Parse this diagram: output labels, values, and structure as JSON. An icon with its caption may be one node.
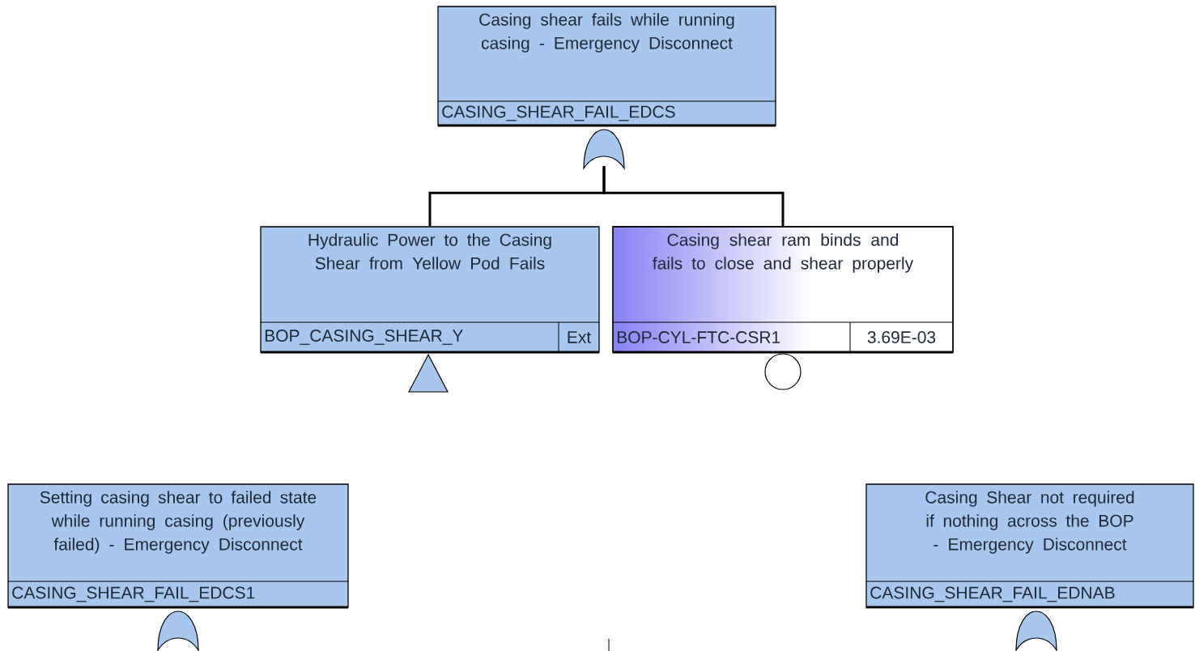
{
  "diagram": {
    "nodes": [
      {
        "text": [
          "Casing shear fails while running casing - Emergency Disconnect",
          "CASING_SHEAR_FAIL_EDCS"
        ]
      },
      {
        "text": [],
        "shape": "gate"
      },
      {
        "text": [
          "Hydraulic Power to the Casing Shear from Yellow Pod Fails",
          "BOP_CASING_SHEAR_Y",
          "Ext"
        ]
      },
      {
        "text": [
          "Casing shear ram binds and fails to close and shear properly",
          "BOP-CYL-FTC-CSR1",
          "3.69E-03"
        ]
      },
      {
        "text": [],
        "shape": "triangle"
      },
      {
        "text": [],
        "shape": "circle"
      },
      {
        "text": [
          "Setting casing shear to failed state while running casing (previously failed) - Emergency Disconnect",
          "CASING_SHEAR_FAIL_EDCS1"
        ]
      },
      {
        "text": [],
        "shape": "gate"
      },
      {
        "text": [
          "Casing Shear not required if nothing across the BOP - Emergency Disconnect",
          "CASING_SHEAR_FAIL_EDNAB"
        ]
      },
      {
        "text": [],
        "shape": "gate"
      }
    ],
    "edges": [
      {
        "from": 1,
        "to": 2,
        "arrow": "none"
      },
      {
        "from": 1,
        "to": 3,
        "arrow": "none"
      }
    ]
  }
}
